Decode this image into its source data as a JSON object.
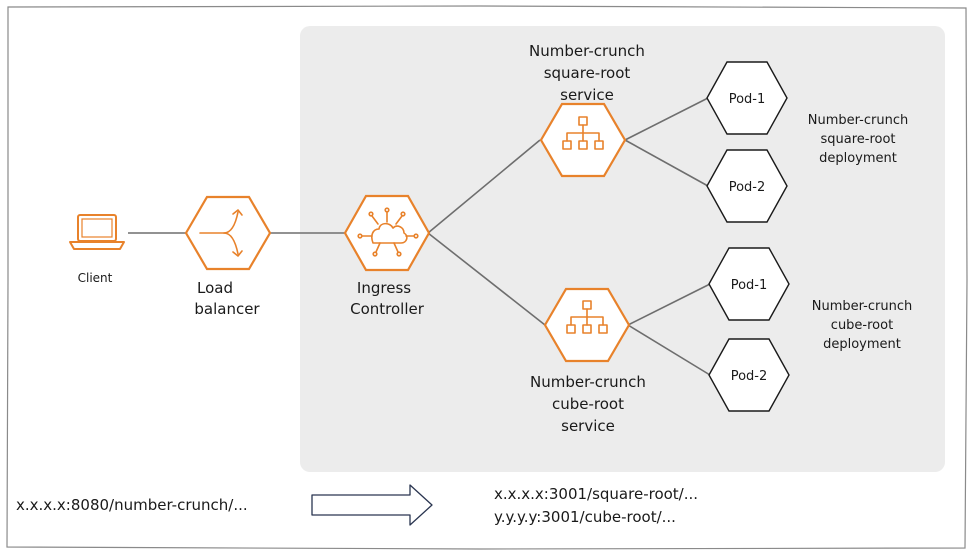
{
  "diagram": {
    "nodes": {
      "client": {
        "label": "Client",
        "icon": "laptop-icon"
      },
      "load_balancer": {
        "label_line1": "Load",
        "label_line2": "balancer",
        "icon": "split-arrows-icon"
      },
      "ingress": {
        "label_line1": "Ingress",
        "label_line2": "Controller",
        "icon": "cloud-network-icon"
      },
      "sqrt_service": {
        "label_line1": "Number-crunch",
        "label_line2": "square-root",
        "label_line3": "service",
        "icon": "hierarchy-icon"
      },
      "cube_service": {
        "label_line1": "Number-crunch",
        "label_line2": "cube-root",
        "label_line3": "service",
        "icon": "hierarchy-icon"
      },
      "sqrt_pod1": {
        "label": "Pod-1"
      },
      "sqrt_pod2": {
        "label": "Pod-2"
      },
      "cube_pod1": {
        "label": "Pod-1"
      },
      "cube_pod2": {
        "label": "Pod-2"
      }
    },
    "deployments": {
      "sqrt": {
        "line1": "Number-crunch",
        "line2": "square-root",
        "line3": "deployment"
      },
      "cube": {
        "line1": "Number-crunch",
        "line2": "cube-root",
        "line3": "deployment"
      }
    },
    "routing": {
      "incoming_url": "x.x.x.x:8080/number-crunch/...",
      "outgoing_url_1": "x.x.x.x:3001/square-root/...",
      "outgoing_url_2": "y.y.y.y:3001/cube-root/..."
    },
    "colors": {
      "accent": "#e8822b",
      "cluster_bg": "#ececec",
      "edge": "#6e6e6e"
    }
  }
}
